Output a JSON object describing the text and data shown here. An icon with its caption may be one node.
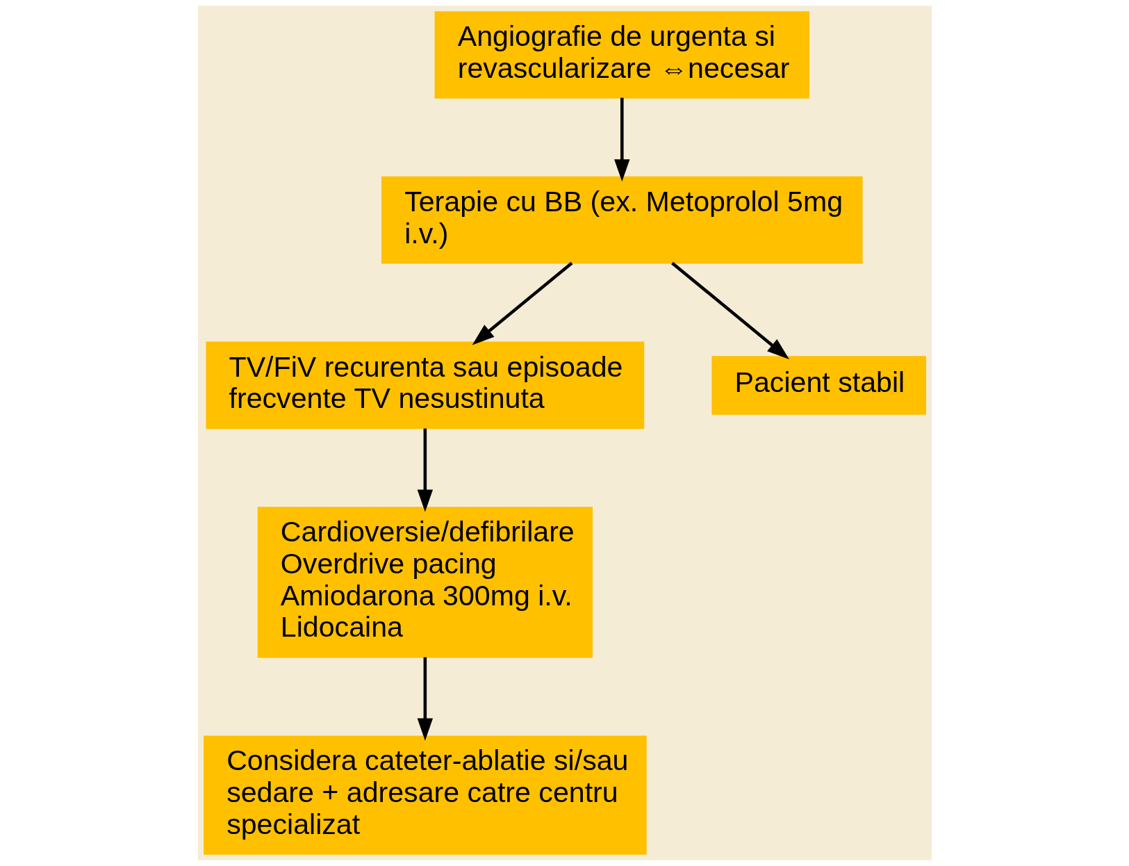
{
  "diagram": {
    "nodes": [
      {
        "text": [
          "Angiografie de urgenta si revascularizare ⇔necesar"
        ]
      },
      {
        "text": [
          "Terapie cu BB (ex. Metoprolol 5mg i.v.)"
        ]
      },
      {
        "text": [
          "TV/FiV recurenta sau episoade frecvente TV nesustinuta"
        ]
      },
      {
        "text": [
          "Pacient stabil"
        ]
      },
      {
        "text": [
          "Cardioversie/defibrilare",
          "Overdrive pacing",
          "Amiodarona 300mg i.v.",
          "Lidocaina"
        ]
      },
      {
        "text": [
          "Considera cateter-ablatie si/sau sedare + adresare catre centru specializat"
        ]
      }
    ],
    "edges": [
      {
        "from": 0,
        "to": 1,
        "arrow": "to"
      },
      {
        "from": 1,
        "to": 2,
        "arrow": "to"
      },
      {
        "from": 1,
        "to": 3,
        "arrow": "to"
      },
      {
        "from": 2,
        "to": 4,
        "arrow": "to"
      },
      {
        "from": 4,
        "to": 5,
        "arrow": "to"
      }
    ]
  }
}
